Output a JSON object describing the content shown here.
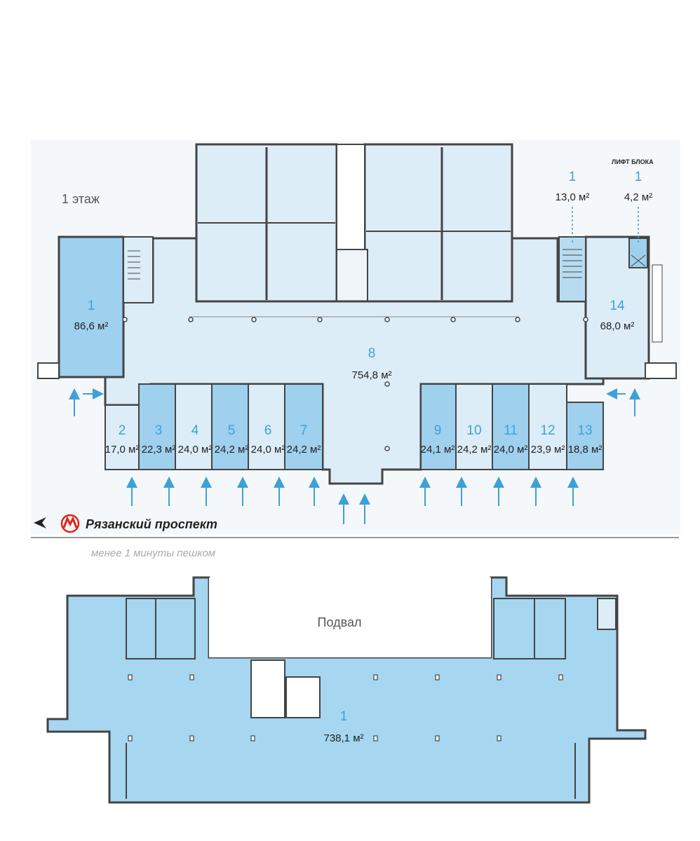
{
  "floor1": {
    "title": "1 этаж",
    "lift_caption": "ЛИФТ БЛОКА",
    "premises": [
      {
        "num": "1",
        "area": "86,6 м²"
      },
      {
        "num": "2",
        "area": "17,0 м²"
      },
      {
        "num": "3",
        "area": "22,3 м²"
      },
      {
        "num": "4",
        "area": "24,0 м²"
      },
      {
        "num": "5",
        "area": "24,2 м²"
      },
      {
        "num": "6",
        "area": "24,0 м²"
      },
      {
        "num": "7",
        "area": "24,2 м²"
      },
      {
        "num": "8",
        "area": "754,8 м²"
      },
      {
        "num": "9",
        "area": "24,1 м²"
      },
      {
        "num": "10",
        "area": "24,2 м²"
      },
      {
        "num": "11",
        "area": "24,0 м²"
      },
      {
        "num": "12",
        "area": "23,9 м²"
      },
      {
        "num": "13",
        "area": "18,8 м²"
      },
      {
        "num": "14",
        "area": "68,0 м²"
      }
    ],
    "stair_unit": {
      "num": "1",
      "area": "13,0 м²"
    },
    "lift_unit": {
      "num": "1",
      "area": "4,2 м²"
    }
  },
  "metro": {
    "station": "Рязанский проспект",
    "walk": "менее 1 минуты пешком",
    "icon": "metro-logo-icon",
    "color": "#e2231a"
  },
  "basement": {
    "title": "Подвал",
    "premise": {
      "num": "1",
      "area": "738,1 м²"
    }
  },
  "colors": {
    "light": "#dcedf8",
    "medium": "#b7dcf2",
    "dark": "#9fd0ee",
    "wall": "#444444",
    "accent": "#3ea0d8"
  }
}
